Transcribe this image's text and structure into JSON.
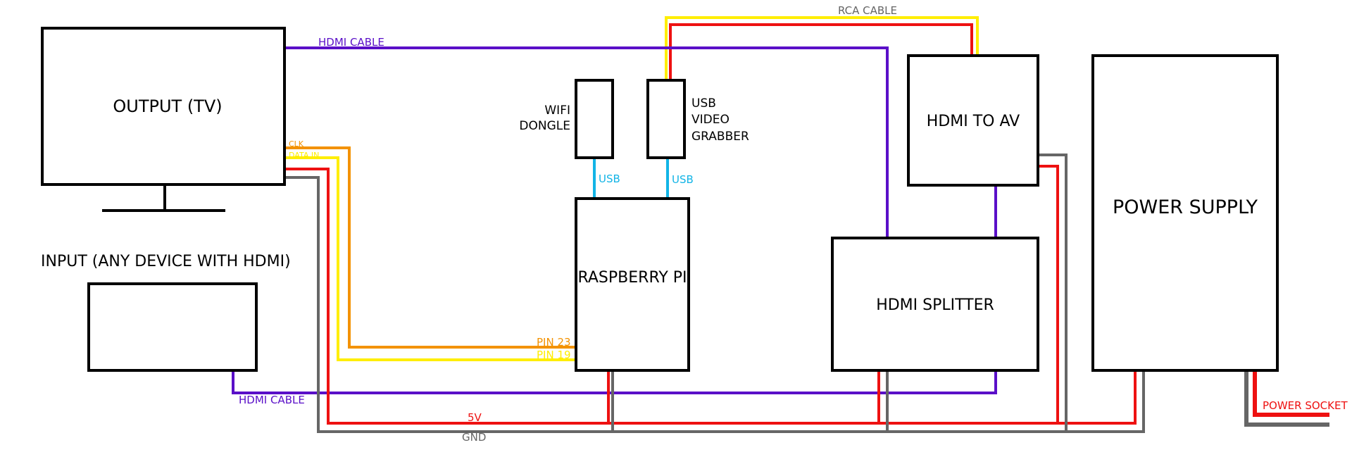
{
  "colors": {
    "hdmi": "#5a0fc8",
    "rca_yellow": "#ffee00",
    "power_5v": "#ee1111",
    "gnd": "#666666",
    "clk": "#f39200",
    "usb": "#12b4e6",
    "box_stroke": "#000000"
  },
  "boxes": {
    "output_tv": "OUTPUT (TV)",
    "input_heading": "INPUT (ANY DEVICE WITH HDMI)",
    "raspberry_pi": "RASPBERRY PI",
    "hdmi_to_av": "HDMI TO AV",
    "hdmi_splitter": "HDMI SPLITTER",
    "power_supply": "POWER SUPPLY",
    "wifi_dongle_line1": "WIFI",
    "wifi_dongle_line2": "DONGLE",
    "usb_grabber_line1": "USB",
    "usb_grabber_line2": "VIDEO",
    "usb_grabber_line3": "GRABBER"
  },
  "wire_labels": {
    "rca_cable": "RCA CABLE",
    "hdmi_cable_top": "HDMI CABLE",
    "hdmi_cable_bottom": "HDMI CABLE",
    "clk": "CLK",
    "data_in": "DATA IN",
    "usb_wifi": "USB",
    "usb_grabber": "USB",
    "pin_23": "PIN 23",
    "pin_19": "PIN 19",
    "five_v": "5V",
    "gnd": "GND",
    "power_socket": "POWER SOCKET"
  }
}
